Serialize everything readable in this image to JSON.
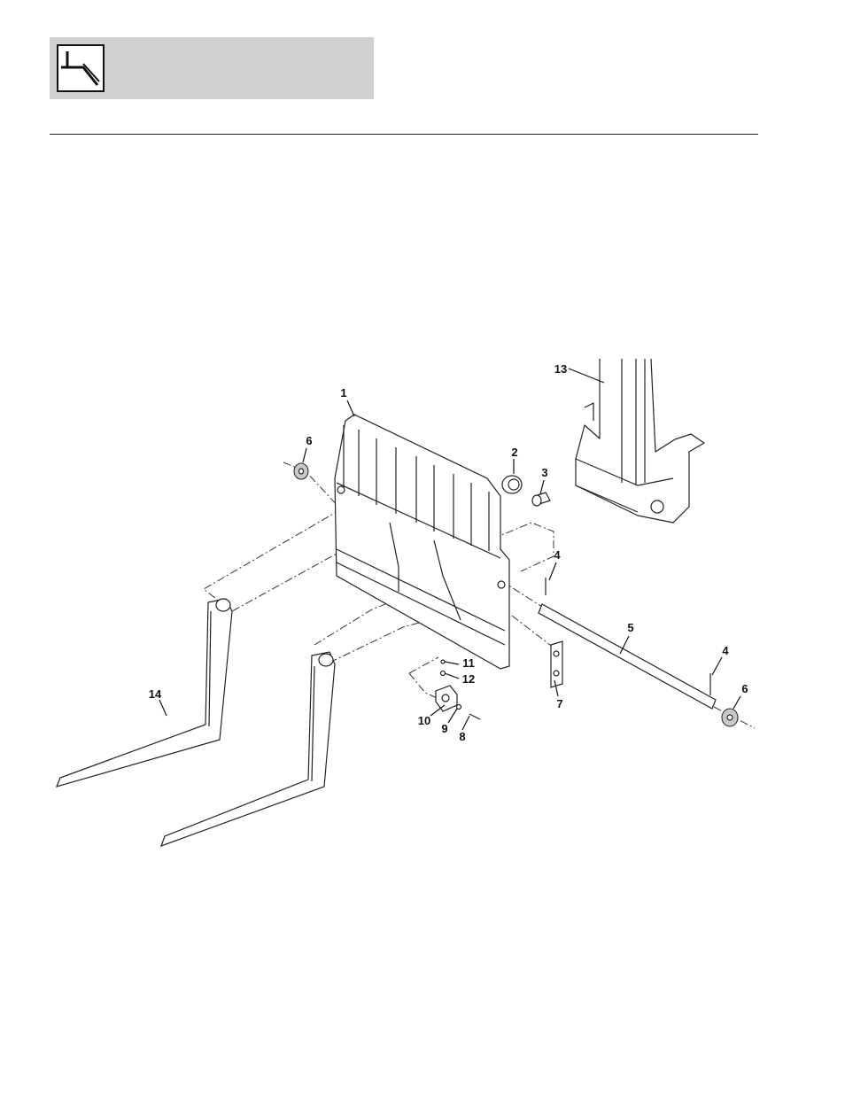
{
  "header": {
    "icon": "wrench-tool-icon",
    "band_color": "#d0d0d0"
  },
  "diagram": {
    "callouts": [
      {
        "id": "c1",
        "label": "1"
      },
      {
        "id": "c2",
        "label": "2"
      },
      {
        "id": "c3",
        "label": "3"
      },
      {
        "id": "c4a",
        "label": "4"
      },
      {
        "id": "c4b",
        "label": "4"
      },
      {
        "id": "c5",
        "label": "5"
      },
      {
        "id": "c6a",
        "label": "6"
      },
      {
        "id": "c6b",
        "label": "6"
      },
      {
        "id": "c7",
        "label": "7"
      },
      {
        "id": "c8",
        "label": "8"
      },
      {
        "id": "c9",
        "label": "9"
      },
      {
        "id": "c10",
        "label": "10"
      },
      {
        "id": "c11",
        "label": "11"
      },
      {
        "id": "c12",
        "label": "12"
      },
      {
        "id": "c13",
        "label": "13"
      },
      {
        "id": "c14",
        "label": "14"
      }
    ]
  }
}
